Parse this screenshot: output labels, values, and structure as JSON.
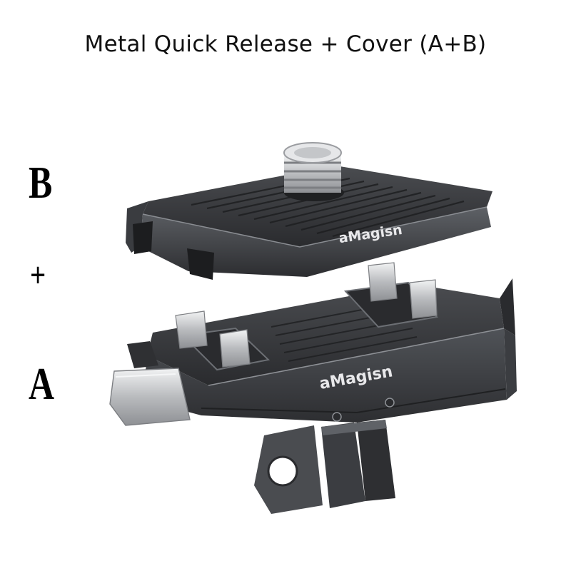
{
  "title": "Metal Quick Release + Cover  (A+B)",
  "labels": {
    "top_part": "B",
    "plus": "+",
    "bottom_part": "A"
  },
  "brand": {
    "cover_logo": "aMagisn",
    "mount_logo": "aMagisn"
  },
  "colors": {
    "metal_dark": "#3a3c40",
    "metal_mid": "#55585d",
    "silver": "#c9cbce",
    "background": "#ffffff"
  }
}
